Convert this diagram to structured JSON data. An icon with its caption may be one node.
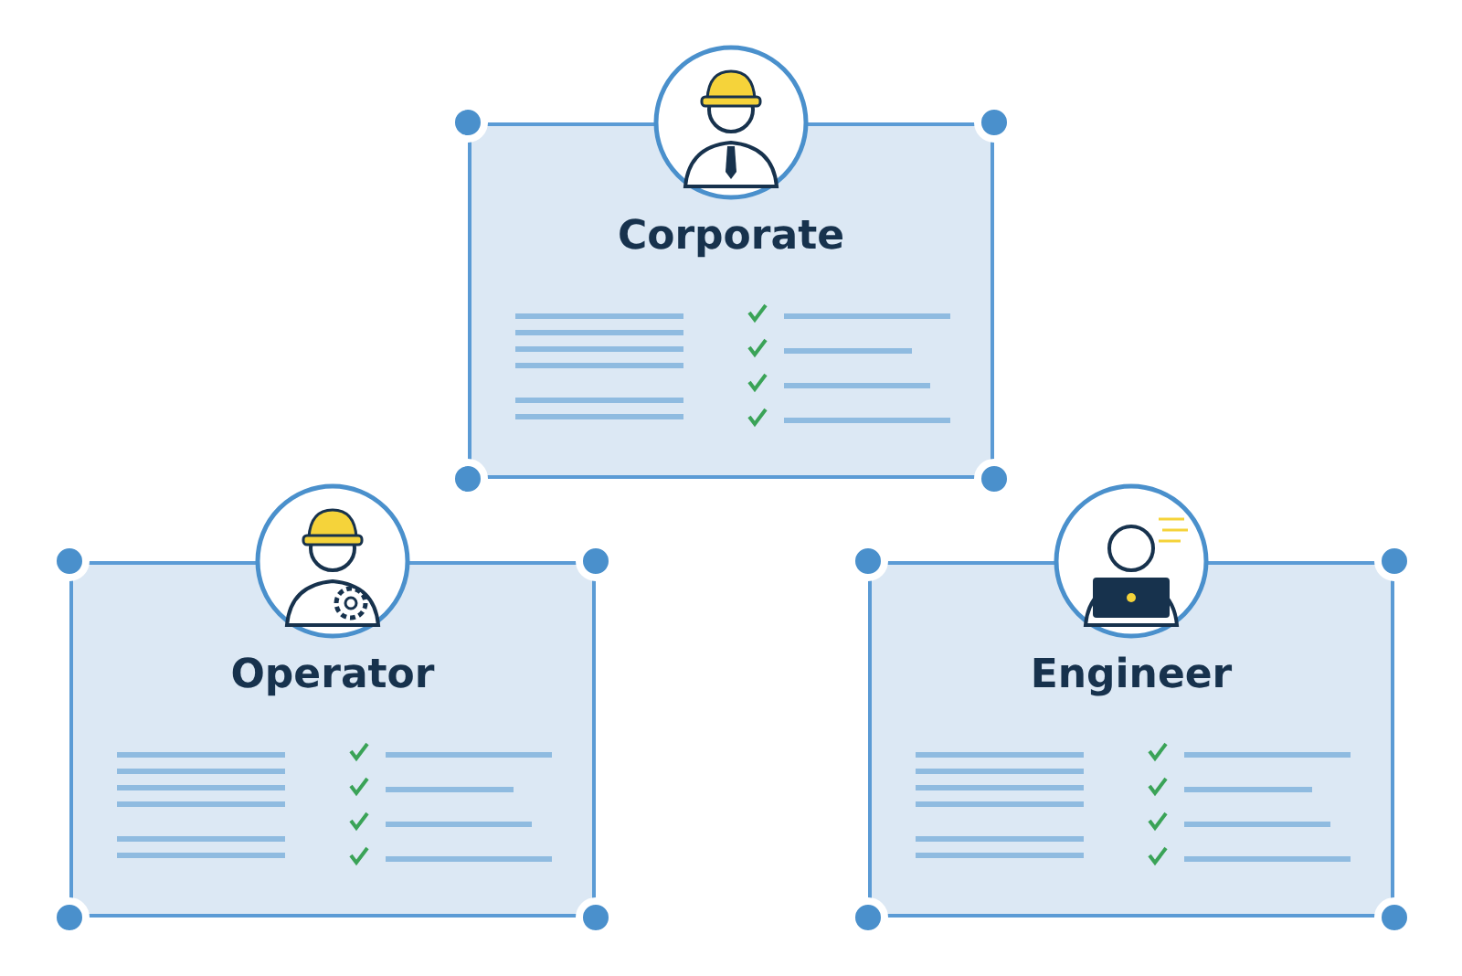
{
  "diagram": {
    "nodes": [
      {
        "text": [
          "Corporate"
        ]
      },
      {
        "text": [
          "Operator"
        ]
      },
      {
        "text": [
          "Engineer"
        ]
      }
    ]
  }
}
